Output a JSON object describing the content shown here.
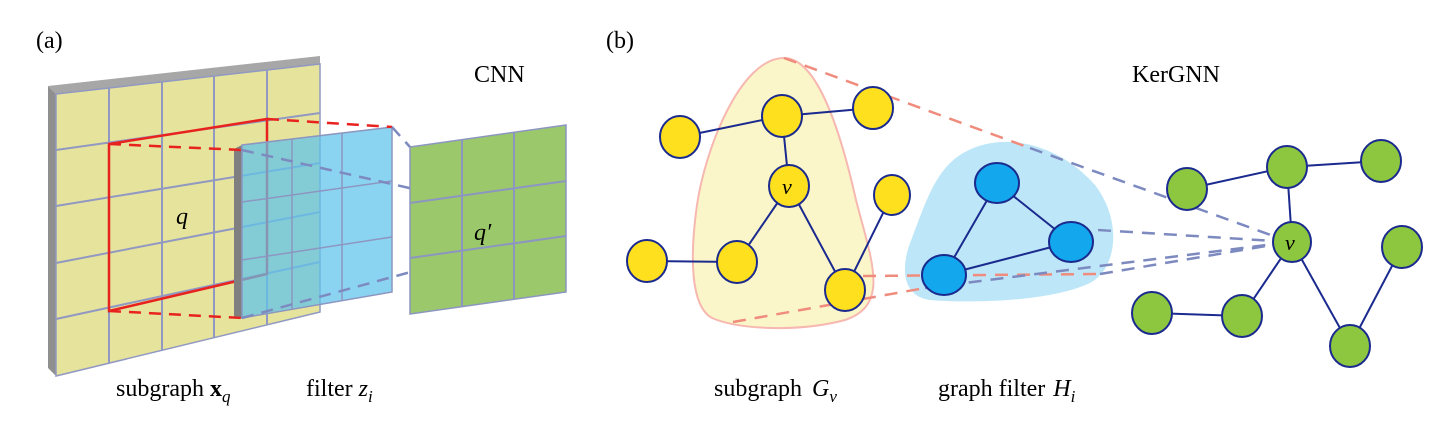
{
  "panel_a": {
    "label": "(a)",
    "title": "CNN",
    "center_label": "q",
    "output_label": "q′",
    "caption_subgraph_text": "subgraph ",
    "caption_subgraph_symbol": "x",
    "caption_subgraph_sub": "q",
    "caption_filter_text": "filter ",
    "caption_filter_symbol": "z",
    "caption_filter_sub": "i"
  },
  "panel_b": {
    "label": "(b)",
    "title": "KerGNN",
    "left_center_node": "v",
    "right_center_node": "v",
    "caption_subgraph_text": "subgraph ",
    "caption_subgraph_symbol": "G",
    "caption_subgraph_sub": "v",
    "caption_filter_text": "graph filter ",
    "caption_filter_symbol": "H",
    "caption_filter_sub": "i"
  },
  "colors": {
    "input_grid": "#e6e39c",
    "frame": "#9a9a9a",
    "grid_line": "#9199c2",
    "kernel_red": "#e8231f",
    "filter_blue": "#5ec3ec",
    "output_green": "#9bc86b",
    "yellow_node": "#ffe01f",
    "blue_node": "#13a8ee",
    "green_node": "#8dc63f",
    "edge": "#1a2a8e",
    "subgraph_region": "#fbf6c9",
    "filter_region": "#b9e6f8",
    "dash_red": "#ef8c7d",
    "dash_blue": "#7d8ac0"
  }
}
